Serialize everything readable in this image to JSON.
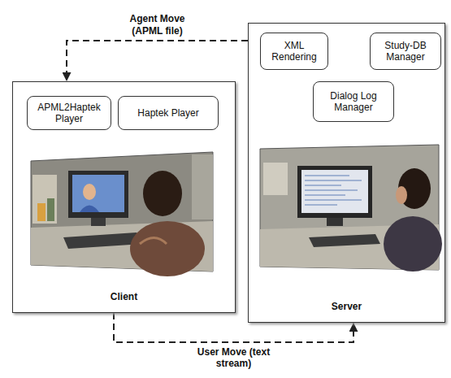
{
  "diagram": {
    "nodes": [
      {
        "text": [
          "Client"
        ]
      },
      {
        "text": [
          "APML2Haptek Player"
        ],
        "in": 0
      },
      {
        "text": [
          "Haptek Player"
        ],
        "in": 0
      },
      {
        "text": [
          "Server"
        ]
      },
      {
        "text": [
          "XML Rendering"
        ],
        "in": 3
      },
      {
        "text": [
          "Study-DB Manager"
        ],
        "in": 3
      },
      {
        "text": [
          "Dialog Log Manager"
        ],
        "in": 3
      }
    ],
    "edges": [
      {
        "from": 3,
        "to": 0,
        "label": "Agent Move (APML file)",
        "arrow": "to"
      },
      {
        "from": 0,
        "to": 3,
        "label": "User Move (text stream)",
        "arrow": "to"
      }
    ]
  }
}
